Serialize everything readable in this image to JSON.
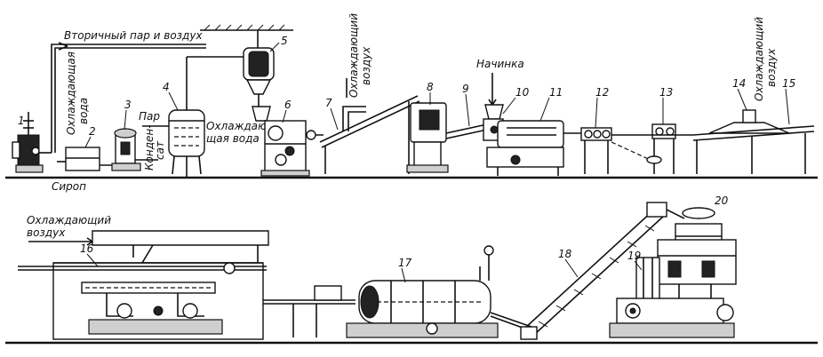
{
  "labels": {
    "secondary_steam": "Вторичный пар и воздух",
    "cooling_water_1": "Охлаждающая",
    "cooling_water_2": "вода",
    "cooling_air_top_1": "Охлаждающий",
    "cooling_air_top_2": "воздух",
    "cooling_air_right_1": "Охлаждающий",
    "cooling_air_right_2": "воздух",
    "cooling_air_bottom_1": "Охлаждающий",
    "cooling_air_bottom_2": "воздух",
    "filling": "Начинка",
    "steam": "Пар",
    "condensate_1": "Конден-",
    "condensate_2": "сат",
    "cooling_water_4a": "Охлаждаю-",
    "cooling_water_4b": "щая вода",
    "syrup": "Сироп"
  },
  "numbers": [
    "1",
    "2",
    "3",
    "4",
    "5",
    "6",
    "7",
    "8",
    "9",
    "10",
    "11",
    "12",
    "13",
    "14",
    "15",
    "16",
    "17",
    "18",
    "19",
    "20"
  ]
}
